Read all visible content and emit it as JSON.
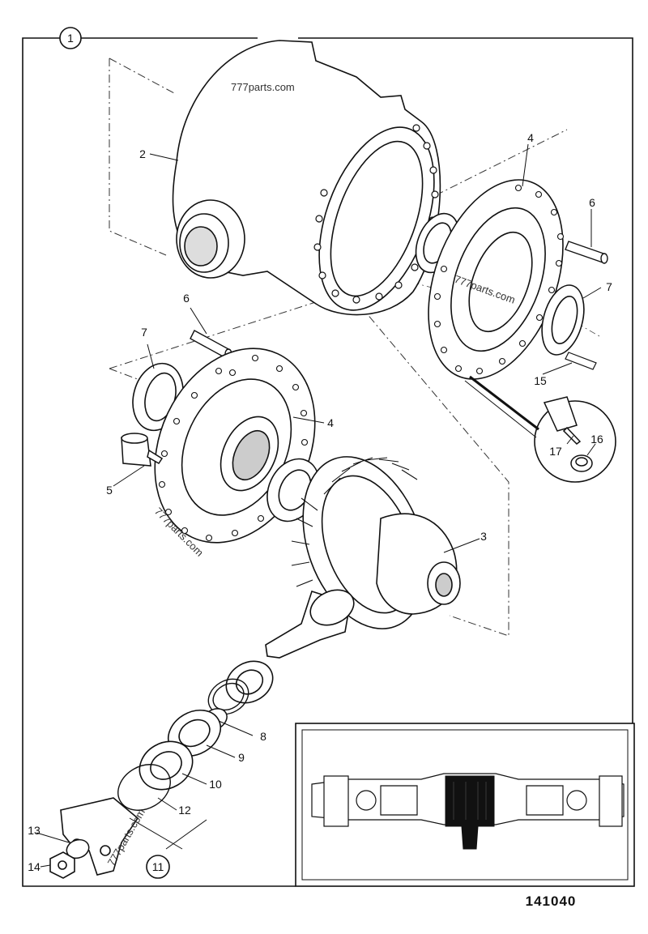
{
  "diagram": {
    "ref_number": "141040",
    "watermark": "777parts.com",
    "callouts": [
      {
        "id": "c1",
        "text": "1",
        "circled": true
      },
      {
        "id": "c2",
        "text": "2"
      },
      {
        "id": "c3",
        "text": "3"
      },
      {
        "id": "c4a",
        "text": "4"
      },
      {
        "id": "c4b",
        "text": "4"
      },
      {
        "id": "c5",
        "text": "5"
      },
      {
        "id": "c6a",
        "text": "6"
      },
      {
        "id": "c6b",
        "text": "6"
      },
      {
        "id": "c7a",
        "text": "7"
      },
      {
        "id": "c7b",
        "text": "7"
      },
      {
        "id": "c8",
        "text": "8"
      },
      {
        "id": "c9",
        "text": "9"
      },
      {
        "id": "c10",
        "text": "10"
      },
      {
        "id": "c11",
        "text": "11",
        "circled": true
      },
      {
        "id": "c12",
        "text": "12"
      },
      {
        "id": "c13",
        "text": "13"
      },
      {
        "id": "c14",
        "text": "14"
      },
      {
        "id": "c15",
        "text": "15"
      },
      {
        "id": "c16",
        "text": "16"
      },
      {
        "id": "c17",
        "text": "17"
      }
    ]
  }
}
